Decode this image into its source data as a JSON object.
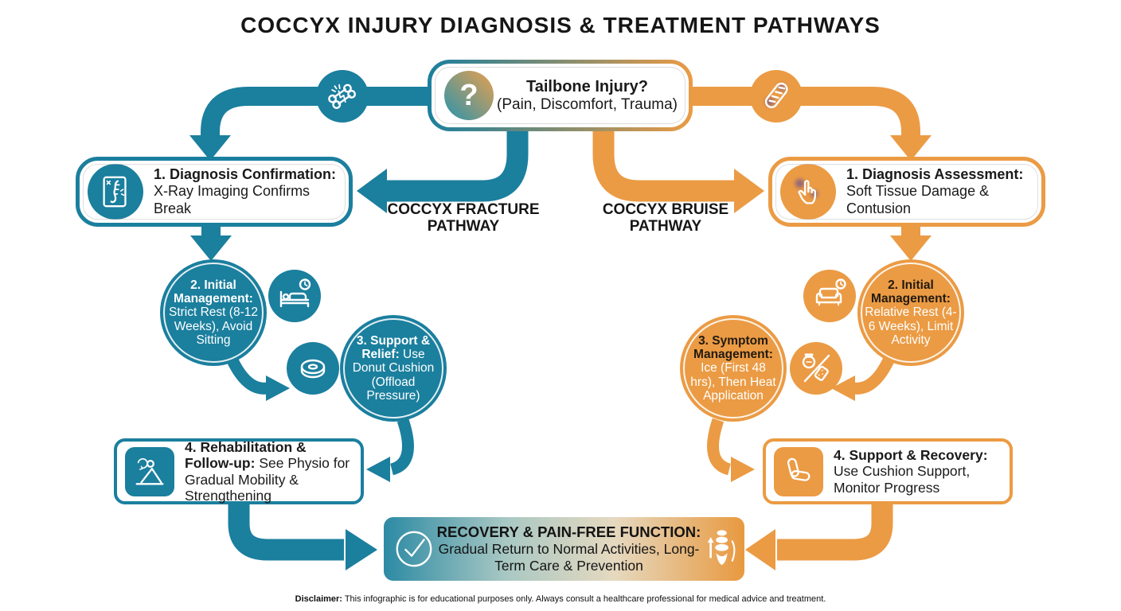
{
  "title": "COCCYX INJURY DIAGNOSIS & TREATMENT PATHWAYS",
  "colors": {
    "teal": "#1b7f9e",
    "orange": "#eb9b44",
    "bruise_purple": "#5b4798",
    "text_dark": "#1a1a1a"
  },
  "start": {
    "title": "Tailbone Injury?",
    "subtitle": "(Pain, Discomfort, Trauma)",
    "icon": "question-mark-icon"
  },
  "labels": {
    "fracture_line1": "COCCYX FRACTURE",
    "fracture_line2": "PATHWAY",
    "bruise_line1": "COCCYX BRUISE",
    "bruise_line2": "PATHWAY"
  },
  "fracture": {
    "branch_icon": "fractured-bone-icon",
    "step1": {
      "title": "1. Diagnosis Confirmation:",
      "body": "X-Ray Imaging Confirms Break",
      "icon": "xray-coccyx-icon"
    },
    "step2": {
      "title": "2. Initial Management:",
      "body": "Strict Rest (8-12 Weeks), Avoid Sitting",
      "icon": "bed-rest-clock-icon"
    },
    "step3": {
      "title": "3. Support & Relief:",
      "body": "Use Donut Cushion (Offload Pressure)",
      "icon": "donut-cushion-icon"
    },
    "step4": {
      "title": "4. Rehabilitation & Follow-up:",
      "body": "See Physio for Gradual Mobility & Strengthening",
      "icon": "physio-stretch-icon"
    }
  },
  "bruise": {
    "branch_icon": "bruised-tissue-icon",
    "step1": {
      "title": "1. Diagnosis Assessment:",
      "body": "Soft Tissue Damage & Contusion",
      "icon": "hand-press-icon"
    },
    "step2": {
      "title": "2. Initial Management:",
      "body": "Relative Rest (4-6 Weeks), Limit Activity",
      "icon": "couch-rest-clock-icon"
    },
    "step3": {
      "title": "3. Symptom Management:",
      "body": "Ice (First 48 hrs), Then Heat Application",
      "icon": "ice-heat-icon"
    },
    "step4": {
      "title": "4. Support & Recovery:",
      "body": "Use Cushion Support, Monitor Progress",
      "icon": "seat-cushion-icon"
    }
  },
  "recovery": {
    "title": "RECOVERY & PAIN-FREE FUNCTION:",
    "body": "Gradual Return to Normal Activities, Long-Term Care & Prevention",
    "left_icon": "check-circle-icon",
    "right_icon": "coccyx-spine-icon"
  },
  "disclaimer": {
    "label": "Disclaimer:",
    "text": "This infographic is for educational purposes only. Always consult a healthcare professional for medical advice and treatment."
  }
}
